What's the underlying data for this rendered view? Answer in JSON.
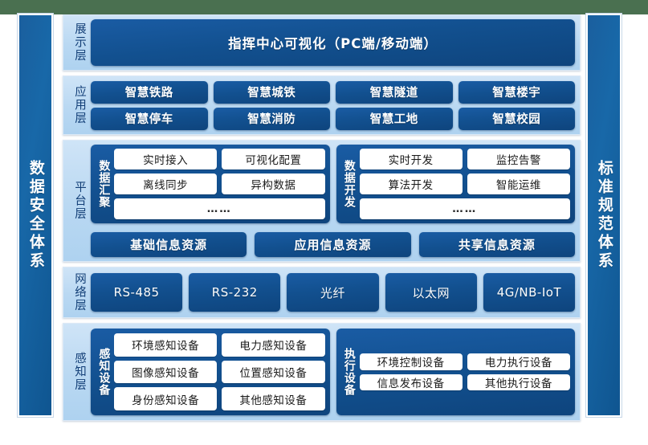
{
  "theme": {
    "page_background": "#4a7050",
    "canvas_background": "#ffffff",
    "pillar_blue": "#1868a8",
    "chip_blue": "#12508f",
    "layer_band_light": "#bedcf4",
    "white_box": "#ffffff",
    "layer_label_text": "#133f77"
  },
  "pillars": {
    "left": {
      "label": "数据安全体系"
    },
    "right": {
      "label": "标准规范体系"
    }
  },
  "layers": [
    {
      "id": "presentation",
      "label": "展示层",
      "banner": "指挥中心可视化（PC端/移动端）"
    },
    {
      "id": "application",
      "label": "应用层",
      "rows": [
        [
          "智慧铁路",
          "智慧城铁",
          "智慧隧道",
          "智慧楼宇"
        ],
        [
          "智慧停车",
          "智慧消防",
          "智慧工地",
          "智慧校园"
        ]
      ]
    },
    {
      "id": "platform",
      "label": "平台层",
      "modules": [
        {
          "label": "数据汇聚",
          "rows": [
            [
              "实时接入",
              "可视化配置"
            ],
            [
              "离线同步",
              "异构数据"
            ],
            [
              "……"
            ]
          ]
        },
        {
          "label": "数据开发",
          "rows": [
            [
              "实时开发",
              "监控告警"
            ],
            [
              "算法开发",
              "智能运维"
            ],
            [
              "……"
            ]
          ]
        }
      ],
      "resources": [
        "基础信息资源",
        "应用信息资源",
        "共享信息资源"
      ]
    },
    {
      "id": "network",
      "label": "网络层",
      "items": [
        "RS-485",
        "RS-232",
        "光纤",
        "以太网",
        "4G/NB-IoT"
      ]
    },
    {
      "id": "perception",
      "label": "感知层",
      "modules": [
        {
          "label": "感知设备",
          "rows": [
            [
              "环境感知设备",
              "电力感知设备"
            ],
            [
              "图像感知设备",
              "位置感知设备"
            ],
            [
              "身份感知设备",
              "其他感知设备"
            ]
          ]
        },
        {
          "label": "执行设备",
          "rows": [
            [
              "环境控制设备",
              "电力执行设备"
            ],
            [
              "信息发布设备",
              "其他执行设备"
            ]
          ]
        }
      ]
    }
  ]
}
